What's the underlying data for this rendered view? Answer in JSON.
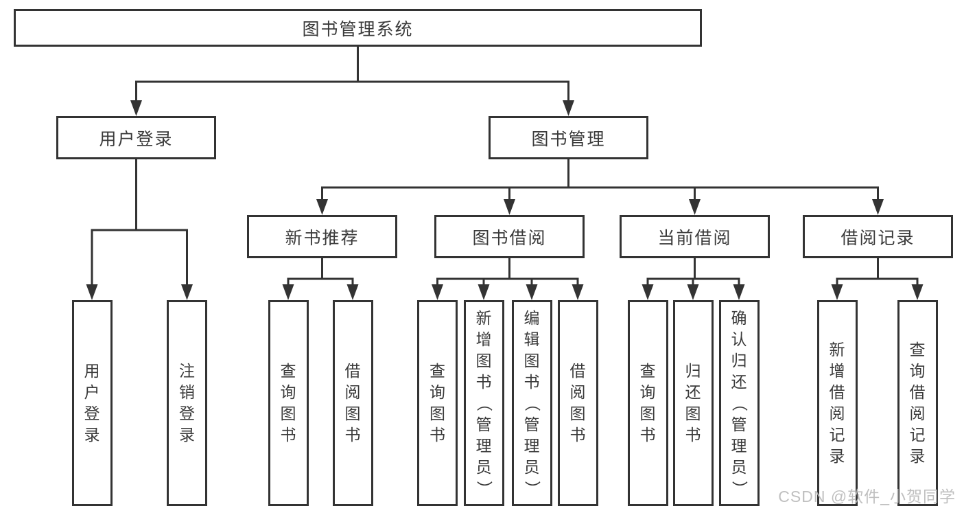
{
  "tree": {
    "root": {
      "label": "图书管理系统"
    },
    "branches": [
      {
        "label": "用户登录",
        "children": [
          {
            "label": "用户登录"
          },
          {
            "label": "注销登录"
          }
        ]
      },
      {
        "label": "图书管理",
        "children": [
          {
            "label": "新书推荐",
            "children": [
              {
                "label": "查询图书"
              },
              {
                "label": "借阅图书"
              }
            ]
          },
          {
            "label": "图书借阅",
            "children": [
              {
                "label": "查询图书"
              },
              {
                "label": "新增图书（管理员）"
              },
              {
                "label": "编辑图书（管理员）"
              },
              {
                "label": "借阅图书"
              }
            ]
          },
          {
            "label": "当前借阅",
            "children": [
              {
                "label": "查询图书"
              },
              {
                "label": "归还图书"
              },
              {
                "label": "确认归还（管理员）"
              }
            ]
          },
          {
            "label": "借阅记录",
            "children": [
              {
                "label": "新增借阅记录"
              },
              {
                "label": "查询借阅记录"
              }
            ]
          }
        ]
      }
    ]
  },
  "watermark": {
    "text": "CSDN @软件_小贺同学"
  },
  "colors": {
    "line": "#333333",
    "text": "#3a3a3a",
    "watermark": "#bababa",
    "background": "#ffffff"
  }
}
